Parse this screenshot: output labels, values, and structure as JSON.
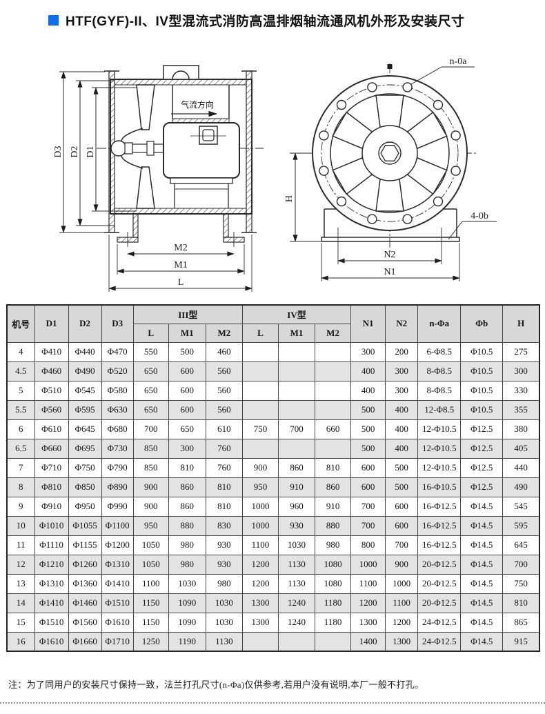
{
  "title": {
    "text": "HTF(GYF)-II、IV型混流式消防高温排烟轴流通风机外形及安装尺寸"
  },
  "drawing": {
    "side_view": {
      "airflow_label": "气流方向",
      "dim_d3": "D3",
      "dim_d2": "D2",
      "dim_d1": "D1",
      "dim_m2": "M2",
      "dim_m1": "M1",
      "dim_l": "L"
    },
    "front_view": {
      "flange_hole_label": "n-0a",
      "base_hole_label": "4-0b",
      "dim_h": "H",
      "dim_n2": "N2",
      "dim_n1": "N1"
    }
  },
  "table": {
    "header": {
      "col_model": "机号",
      "col_d1": "D1",
      "col_d2": "D2",
      "col_d3": "D3",
      "group_iii": "III型",
      "group_iv": "IV型",
      "sub": [
        "L",
        "M1",
        "M2",
        "L",
        "M1",
        "M2"
      ],
      "col_n1": "N1",
      "col_n2": "N2",
      "col_na": "n-Φa",
      "col_b": "Φb",
      "col_h": "H"
    },
    "rows": [
      [
        "4",
        "Φ410",
        "Φ440",
        "Φ470",
        "550",
        "500",
        "460",
        "",
        "",
        "",
        "300",
        "200",
        "6-Φ8.5",
        "Φ10.5",
        "275"
      ],
      [
        "4.5",
        "Φ460",
        "Φ490",
        "Φ520",
        "650",
        "600",
        "560",
        "",
        "",
        "",
        "400",
        "300",
        "8-Φ8.5",
        "Φ10.5",
        "300"
      ],
      [
        "5",
        "Φ510",
        "Φ545",
        "Φ580",
        "650",
        "600",
        "560",
        "",
        "",
        "",
        "400",
        "300",
        "8-Φ8.5",
        "Φ10.5",
        "330"
      ],
      [
        "5.5",
        "Φ560",
        "Φ595",
        "Φ630",
        "650",
        "600",
        "560",
        "",
        "",
        "",
        "500",
        "400",
        "12-Φ8.5",
        "Φ10.5",
        "355"
      ],
      [
        "6",
        "Φ610",
        "Φ645",
        "Φ680",
        "700",
        "650",
        "610",
        "750",
        "700",
        "660",
        "500",
        "400",
        "12-Φ10.5",
        "Φ12.5",
        "380"
      ],
      [
        "6.5",
        "Φ660",
        "Φ695",
        "Φ730",
        "850",
        "300",
        "760",
        "",
        "",
        "",
        "500",
        "400",
        "12-Φ10.5",
        "Φ12.5",
        "405"
      ],
      [
        "7",
        "Φ710",
        "Φ750",
        "Φ790",
        "850",
        "810",
        "760",
        "900",
        "860",
        "810",
        "600",
        "500",
        "12-Φ10.5",
        "Φ12.5",
        "440"
      ],
      [
        "8",
        "Φ810",
        "Φ850",
        "Φ890",
        "900",
        "860",
        "810",
        "950",
        "910",
        "860",
        "600",
        "500",
        "16-Φ10.5",
        "Φ12.5",
        "490"
      ],
      [
        "9",
        "Φ910",
        "Φ950",
        "Φ990",
        "900",
        "860",
        "810",
        "1000",
        "960",
        "910",
        "700",
        "600",
        "16-Φ12.5",
        "Φ14.5",
        "545"
      ],
      [
        "10",
        "Φ1010",
        "Φ1055",
        "Φ1100",
        "950",
        "880",
        "830",
        "1000",
        "930",
        "880",
        "700",
        "600",
        "16-Φ12.5",
        "Φ14.5",
        "595"
      ],
      [
        "11",
        "Φ1110",
        "Φ1155",
        "Φ1200",
        "1050",
        "980",
        "930",
        "1100",
        "1030",
        "980",
        "800",
        "700",
        "16-Φ12.5",
        "Φ14.5",
        "645"
      ],
      [
        "12",
        "Φ1210",
        "Φ1260",
        "Φ1310",
        "1050",
        "980",
        "930",
        "1200",
        "1130",
        "1080",
        "1000",
        "900",
        "20-Φ12.5",
        "Φ14.5",
        "700"
      ],
      [
        "13",
        "Φ1310",
        "Φ1360",
        "Φ1410",
        "1100",
        "1030",
        "980",
        "1200",
        "1130",
        "1080",
        "1100",
        "1000",
        "20-Φ12.5",
        "Φ14.5",
        "750"
      ],
      [
        "14",
        "Φ1410",
        "Φ1460",
        "Φ1510",
        "1150",
        "1090",
        "1030",
        "1300",
        "1240",
        "1180",
        "1200",
        "1100",
        "20-Φ12.5",
        "Φ14.5",
        "810"
      ],
      [
        "15",
        "Φ1510",
        "Φ1560",
        "Φ1610",
        "1150",
        "1090",
        "1030",
        "1300",
        "1240",
        "1180",
        "1300",
        "1200",
        "24-Φ12.5",
        "Φ14.5",
        "865"
      ],
      [
        "16",
        "Φ1610",
        "Φ1660",
        "Φ1710",
        "1250",
        "1190",
        "1130",
        "",
        "",
        "",
        "1400",
        "1300",
        "24-Φ12.5",
        "Φ14.5",
        "915"
      ]
    ]
  },
  "note": "注：为了同用户的安装尺寸保持一致，法兰打孔尺寸(n-Φa)仅供参考,若用户没有说明,本厂一般不打孔。",
  "colors": {
    "accent": "#0b6df0",
    "header_bg": "#d8d8d8",
    "alt_row_bg": "#e3e3e3",
    "line": "#2a2a2a"
  }
}
